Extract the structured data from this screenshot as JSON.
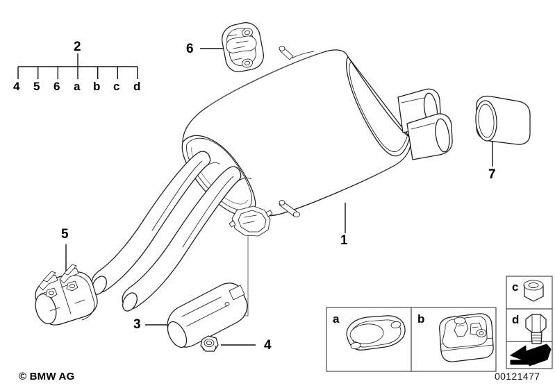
{
  "document": {
    "type": "parts-diagram",
    "title": "BMW exhaust system rear silencer exploded parts diagram",
    "copyright_mark": "©",
    "copyright_text": "BMW AG",
    "diagram_number": "00121477",
    "background_color": "#ffffff",
    "line_color": "#1a1a1a"
  },
  "scale_legend": {
    "name": "assembly-kit-bracket",
    "group_label": "2",
    "ticks": [
      "4",
      "5",
      "6",
      "a",
      "b",
      "c",
      "d"
    ]
  },
  "callouts": [
    {
      "id": "1",
      "label": "1",
      "target": "rear-silencer-muffler"
    },
    {
      "id": "3",
      "label": "3",
      "target": "resonator-pipe"
    },
    {
      "id": "4",
      "label": "4",
      "target": "nut"
    },
    {
      "id": "5",
      "label": "5",
      "target": "pipe-clamp"
    },
    {
      "id": "6",
      "label": "6",
      "target": "rubber-hanger-mount"
    },
    {
      "id": "7",
      "label": "7",
      "target": "tailpipe-trim-sleeve"
    }
  ],
  "legend_boxes": [
    {
      "key": "a",
      "label": "a",
      "item": "exhaust-gasket-flange"
    },
    {
      "key": "b",
      "label": "b",
      "item": "mounting-parts-kit-box"
    },
    {
      "key": "c",
      "label": "c",
      "item": "hex-nut"
    },
    {
      "key": "d",
      "label": "d",
      "item": "hex-bolt"
    },
    {
      "key": "arrow",
      "label": "",
      "item": "direction-arrow"
    }
  ]
}
